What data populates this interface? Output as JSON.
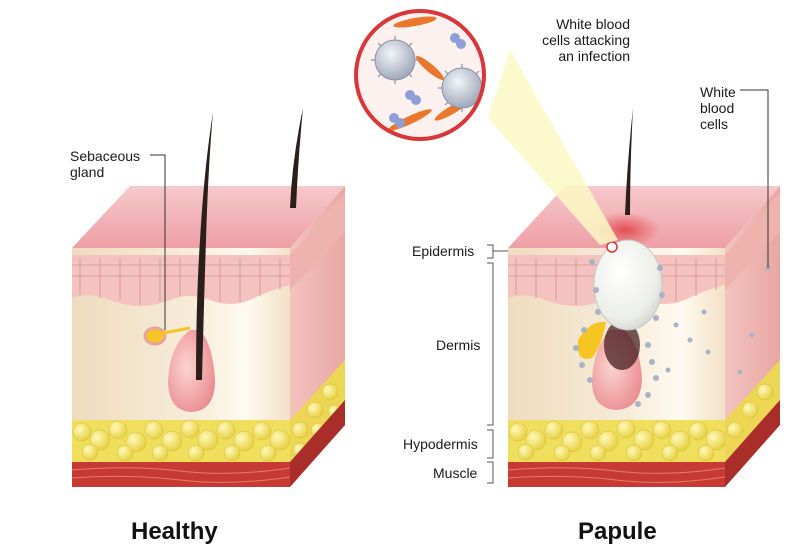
{
  "labels": {
    "sebaceous_gland": "Sebaceous\ngland",
    "white_blood_cells_attacking": "White blood\ncells attacking\nan infection",
    "white_blood_cells": "White\nblood\ncells",
    "epidermis": "Epidermis",
    "dermis": "Dermis",
    "hypodermis": "Hypodermis",
    "muscle": "Muscle"
  },
  "captions": {
    "left": "Healthy",
    "right": "Papule"
  },
  "colors": {
    "skin_top": "#f2bcc0",
    "epidermis_band": "#f4c6c2",
    "dermis": "#f5e7cf",
    "fat": "#f3e26a",
    "muscle": "#c8352e",
    "hair": "#2b1f1a",
    "follicle": "#f3a9a4",
    "sebum": "#f6c423",
    "papule_white": "#f7f7f2",
    "wbc": "#a9b3c6",
    "bacteria": "#e9782c",
    "magnifier_ring": "#d9363a",
    "beam": "#fbf8c4"
  },
  "icons": [
    "skin-block-icon",
    "hair-icon",
    "hair-follicle-icon",
    "sebaceous-gland-icon",
    "papule-icon",
    "white-blood-cell-icon",
    "bacteria-icon",
    "magnifier-icon"
  ]
}
